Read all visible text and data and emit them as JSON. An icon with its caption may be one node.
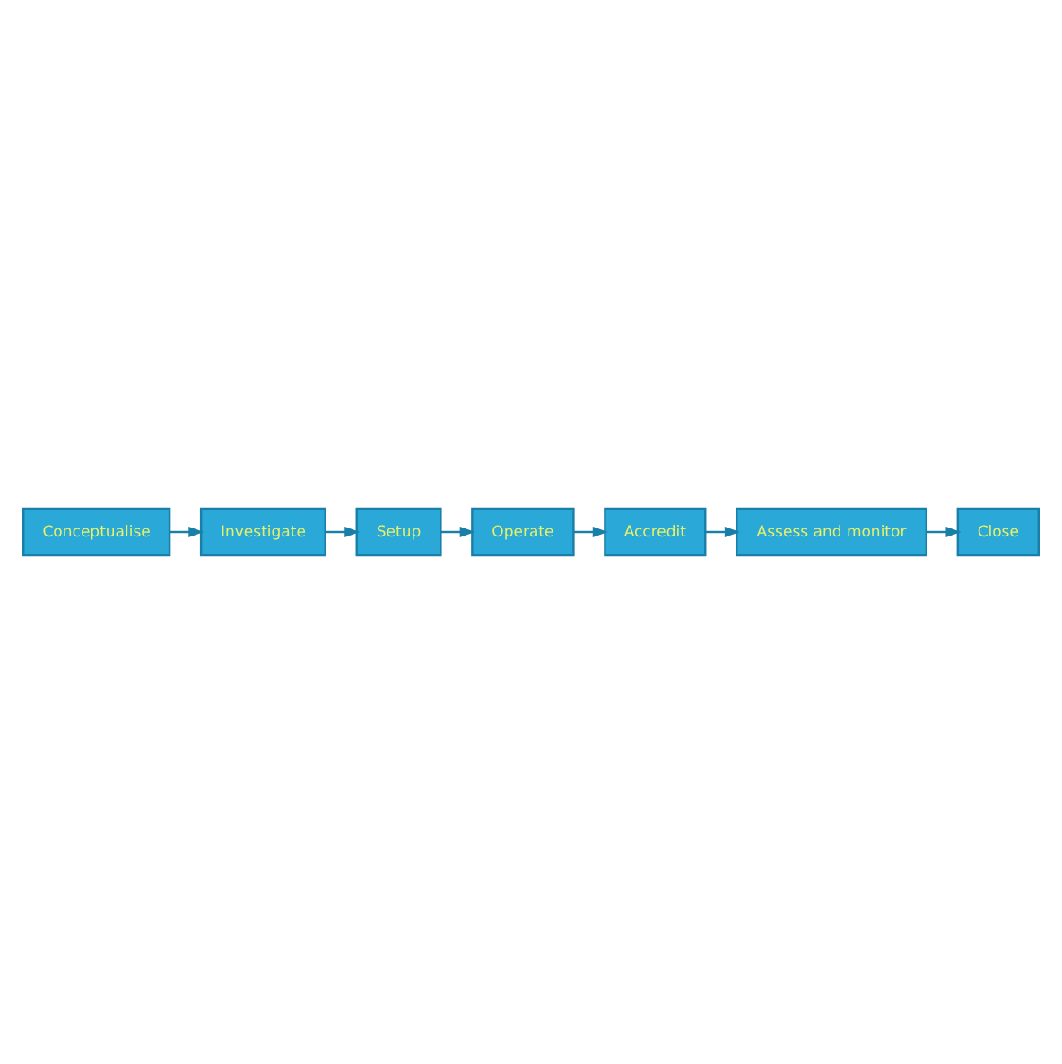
{
  "diagram": {
    "nodes": [
      {
        "text": [
          "Conceptualise"
        ]
      },
      {
        "text": [
          "Investigate"
        ]
      },
      {
        "text": [
          "Setup"
        ]
      },
      {
        "text": [
          "Operate"
        ]
      },
      {
        "text": [
          "Accredit"
        ]
      },
      {
        "text": [
          "Assess and monitor"
        ]
      },
      {
        "text": [
          "Close"
        ]
      }
    ],
    "edges": [
      {
        "from": 0,
        "to": 1,
        "arrow": "to"
      },
      {
        "from": 1,
        "to": 2,
        "arrow": "to"
      },
      {
        "from": 2,
        "to": 3,
        "arrow": "to"
      },
      {
        "from": 3,
        "to": 4,
        "arrow": "to"
      },
      {
        "from": 4,
        "to": 5,
        "arrow": "to"
      },
      {
        "from": 5,
        "to": 6,
        "arrow": "to"
      }
    ]
  }
}
